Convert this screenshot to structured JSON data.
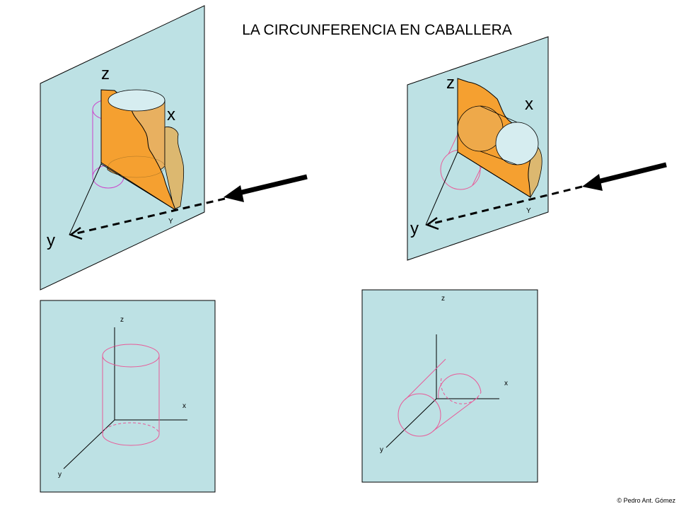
{
  "title": "LA CIRCUNFERENCIA EN CABALLERA",
  "credit": "© Pedro Ant. Gómez",
  "colors": {
    "plane": "#bde1e4",
    "plane_stroke": "#000000",
    "cut_face": "#f5a030",
    "cut_face_light": "#e8b060",
    "edge_tan": "#dcb870",
    "circle_fill": "#d6edf0",
    "projection": "#e85a98",
    "magenta": "#cc44cc",
    "arrow": "#000000"
  },
  "views": {
    "left_3d": {
      "z": "z",
      "x": "x",
      "y": "y",
      "y_small": "Y"
    },
    "right_3d": {
      "z": "z",
      "x": "x",
      "y": "y",
      "y_small": "Y"
    },
    "left_2d": {
      "z": "z",
      "x": "x",
      "y": "y"
    },
    "right_2d": {
      "z": "z",
      "x": "x",
      "y": "y"
    }
  }
}
